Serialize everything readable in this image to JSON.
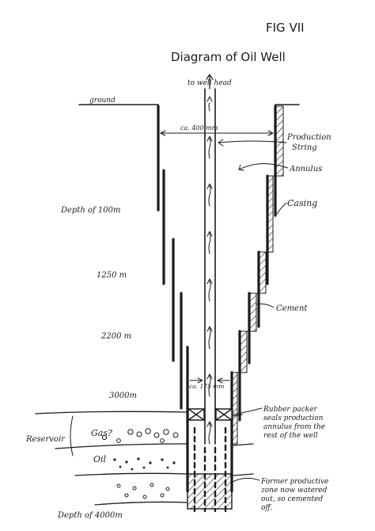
{
  "figure_number": "FIG VII",
  "title": "Diagram of Oil Well",
  "labels": {
    "well_head": "to well head",
    "ground": "ground",
    "casing_width": "ca. 400 mm",
    "tubing_width": "ca. 175 mm",
    "production_string": [
      "Production",
      "String"
    ],
    "annulus": "Annulus",
    "casing": "Casing",
    "cement": "Cement",
    "packer": [
      "Rubber packer",
      "seals production",
      "annulus from the",
      "rest of the well"
    ],
    "reservoir": "Reservoir",
    "gas": "Gas?",
    "oil": "Oil",
    "former_zone": [
      "Former productive",
      "zone now watered",
      "out, so cemented",
      "off."
    ]
  },
  "depths": {
    "d100": "Depth of 100m",
    "d1250": "1250 m",
    "d2200": "2200 m",
    "d3000": "3000m",
    "d4000": "Depth of 4000m"
  }
}
